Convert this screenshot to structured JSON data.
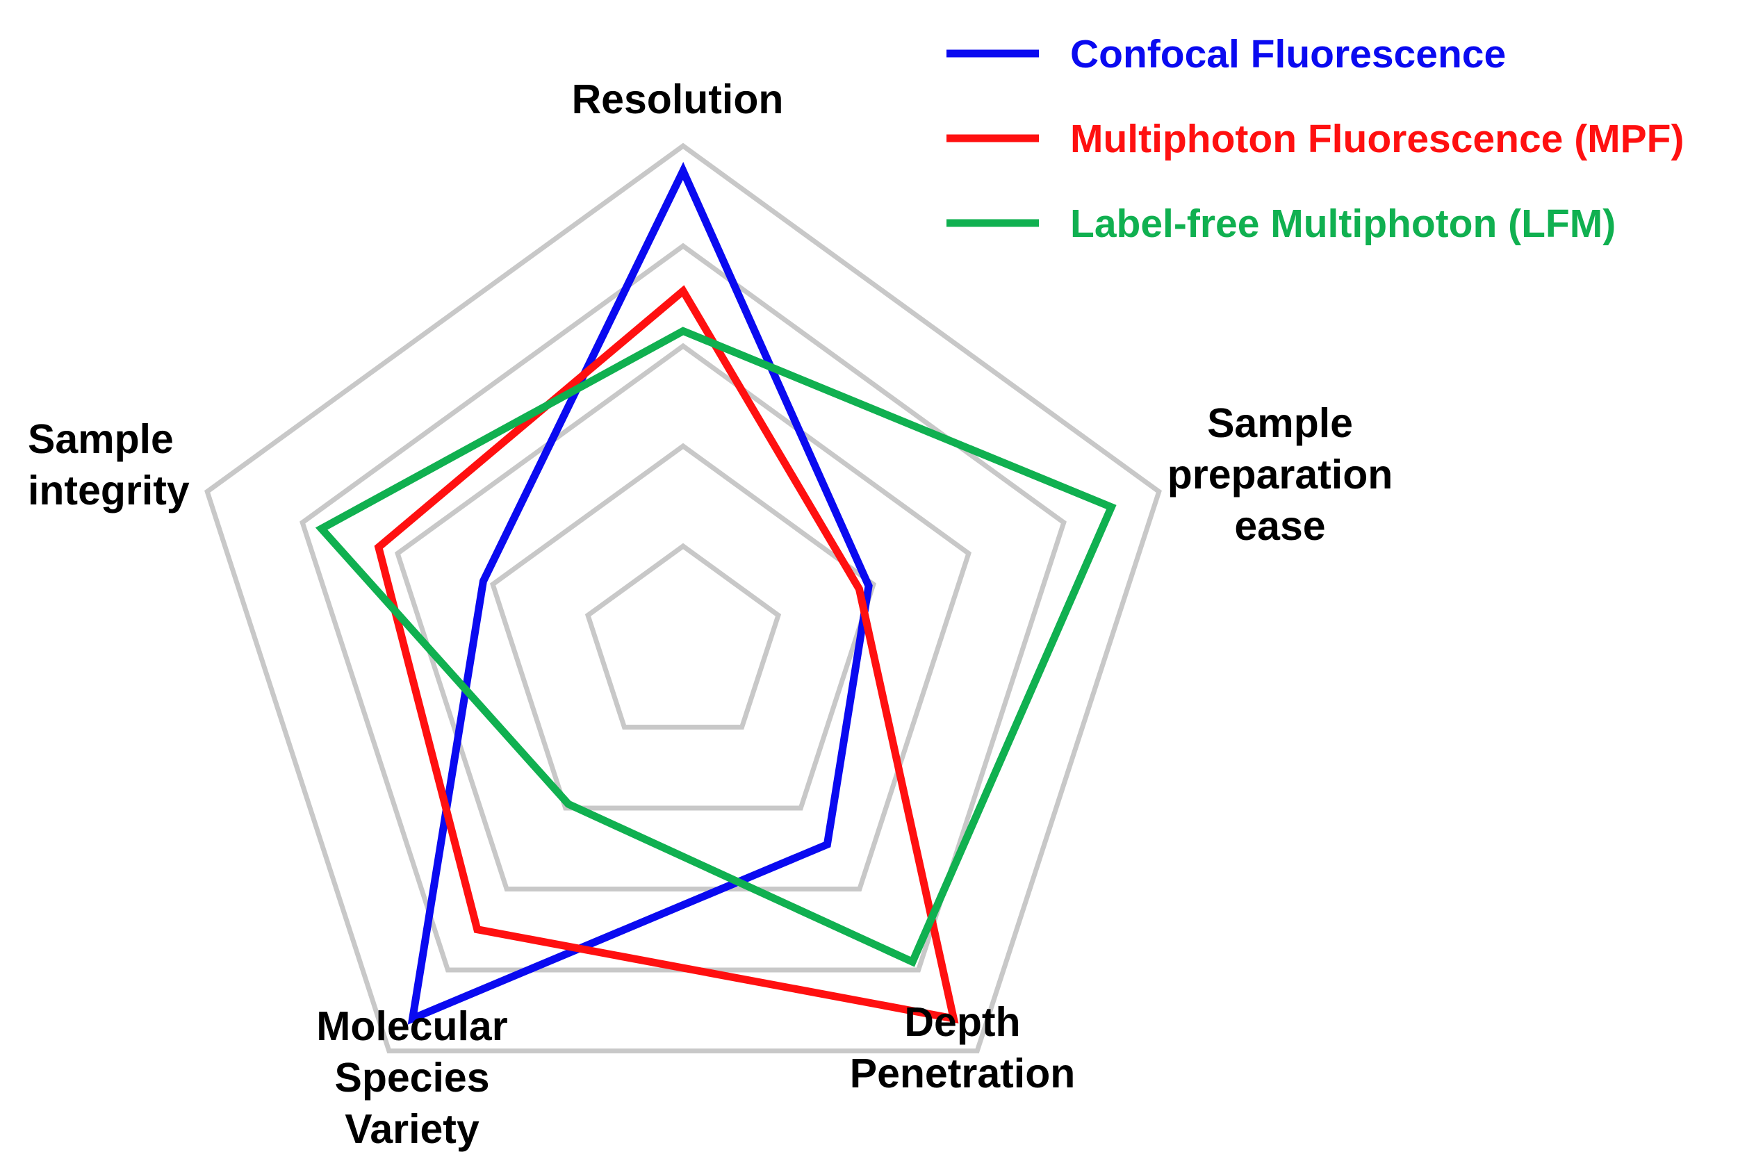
{
  "chart_data": {
    "type": "radar",
    "axes": [
      {
        "key": "resolution",
        "lines": [
          "Resolution"
        ]
      },
      {
        "key": "sample_preparation_ease",
        "lines": [
          "Sample",
          "preparation",
          "ease"
        ]
      },
      {
        "key": "depth_penetration",
        "lines": [
          "Depth",
          "Penetration"
        ]
      },
      {
        "key": "molecular_species_variety",
        "lines": [
          "Molecular",
          "Species",
          "Variety"
        ]
      },
      {
        "key": "sample_integrity",
        "lines": [
          "Sample",
          "integrity"
        ]
      }
    ],
    "scale": {
      "min": 0,
      "max": 5,
      "rings": [
        1,
        2,
        3,
        4,
        5
      ]
    },
    "ring_color": "#c8c8c8",
    "tick_labels": false,
    "legend_position": "top-right",
    "series": [
      {
        "name": "Confocal Fluorescence",
        "color": "#0a0af0",
        "values": [
          4.75,
          1.95,
          2.45,
          4.6,
          2.1
        ]
      },
      {
        "name": "Multiphoton Fluorescence (MPF)",
        "color": "#ff1010",
        "values": [
          3.55,
          1.85,
          4.6,
          3.5,
          3.2
        ]
      },
      {
        "name": "Label-free Multiphoton (LFM)",
        "color": "#10b050",
        "values": [
          3.15,
          4.5,
          3.9,
          1.95,
          3.8
        ]
      }
    ]
  }
}
